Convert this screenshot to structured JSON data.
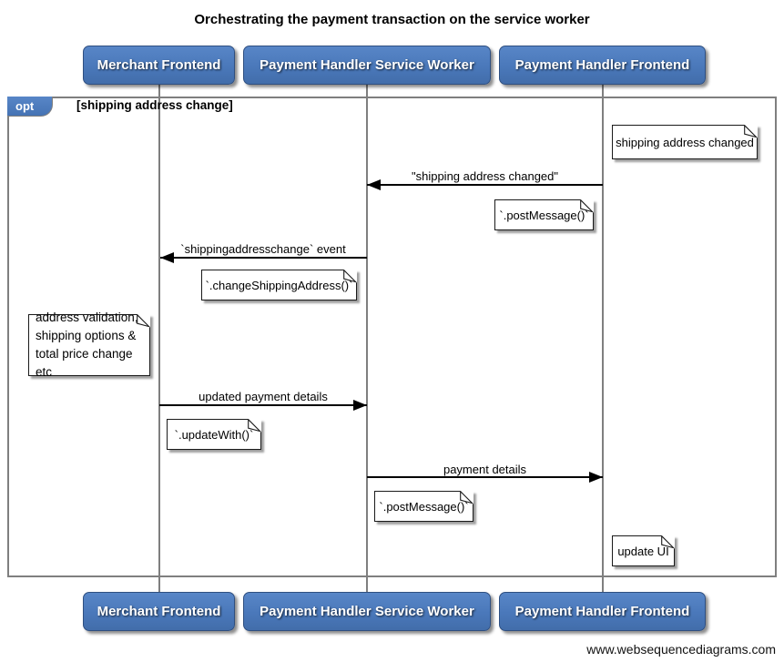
{
  "title": "Orchestrating the payment transaction on the service worker",
  "watermark": "www.websequencediagrams.com",
  "colors": {
    "actor_fill": "#4a78ba",
    "actor_border": "#2f4f80",
    "frame_border": "#7f7f7f",
    "lifeline": "#7f7f7f",
    "arrow": "#000000",
    "note_fill": "#ffffff",
    "background": "#ffffff"
  },
  "actors": [
    {
      "label": "Merchant Frontend"
    },
    {
      "label": "Payment Handler Service Worker"
    },
    {
      "label": "Payment Handler Frontend"
    }
  ],
  "frame": {
    "operator": "opt",
    "condition": "[shipping address change]"
  },
  "messages": [
    {
      "label": "\"shipping address changed\"",
      "from": "Payment Handler Frontend",
      "to": "Payment Handler Service Worker",
      "direction": "left",
      "style": "solid"
    },
    {
      "label": "`shippingaddresschange` event",
      "from": "Payment Handler Service Worker",
      "to": "Merchant Frontend",
      "direction": "left",
      "style": "solid"
    },
    {
      "label": "updated payment details",
      "from": "Merchant Frontend",
      "to": "Payment Handler Service Worker",
      "direction": "right",
      "style": "solid"
    },
    {
      "label": "payment details",
      "from": "Payment Handler Service Worker",
      "to": "Payment Handler Frontend",
      "direction": "right",
      "style": "solid"
    }
  ],
  "notes": [
    {
      "text": "shipping address changed",
      "anchor": "Payment Handler Frontend"
    },
    {
      "text": "`.postMessage()`",
      "anchor": "Payment Handler Frontend"
    },
    {
      "text": "`.changeShippingAddress()`",
      "anchor": "Payment Handler Service Worker"
    },
    {
      "text": "address validation,\nshipping options &\ntotal price change etc",
      "anchor": "Merchant Frontend"
    },
    {
      "text": "`.updateWith()`",
      "anchor": "Merchant Frontend"
    },
    {
      "text": "`.postMessage()`",
      "anchor": "Payment Handler Service Worker"
    },
    {
      "text": "update UI",
      "anchor": "Payment Handler Frontend"
    }
  ]
}
